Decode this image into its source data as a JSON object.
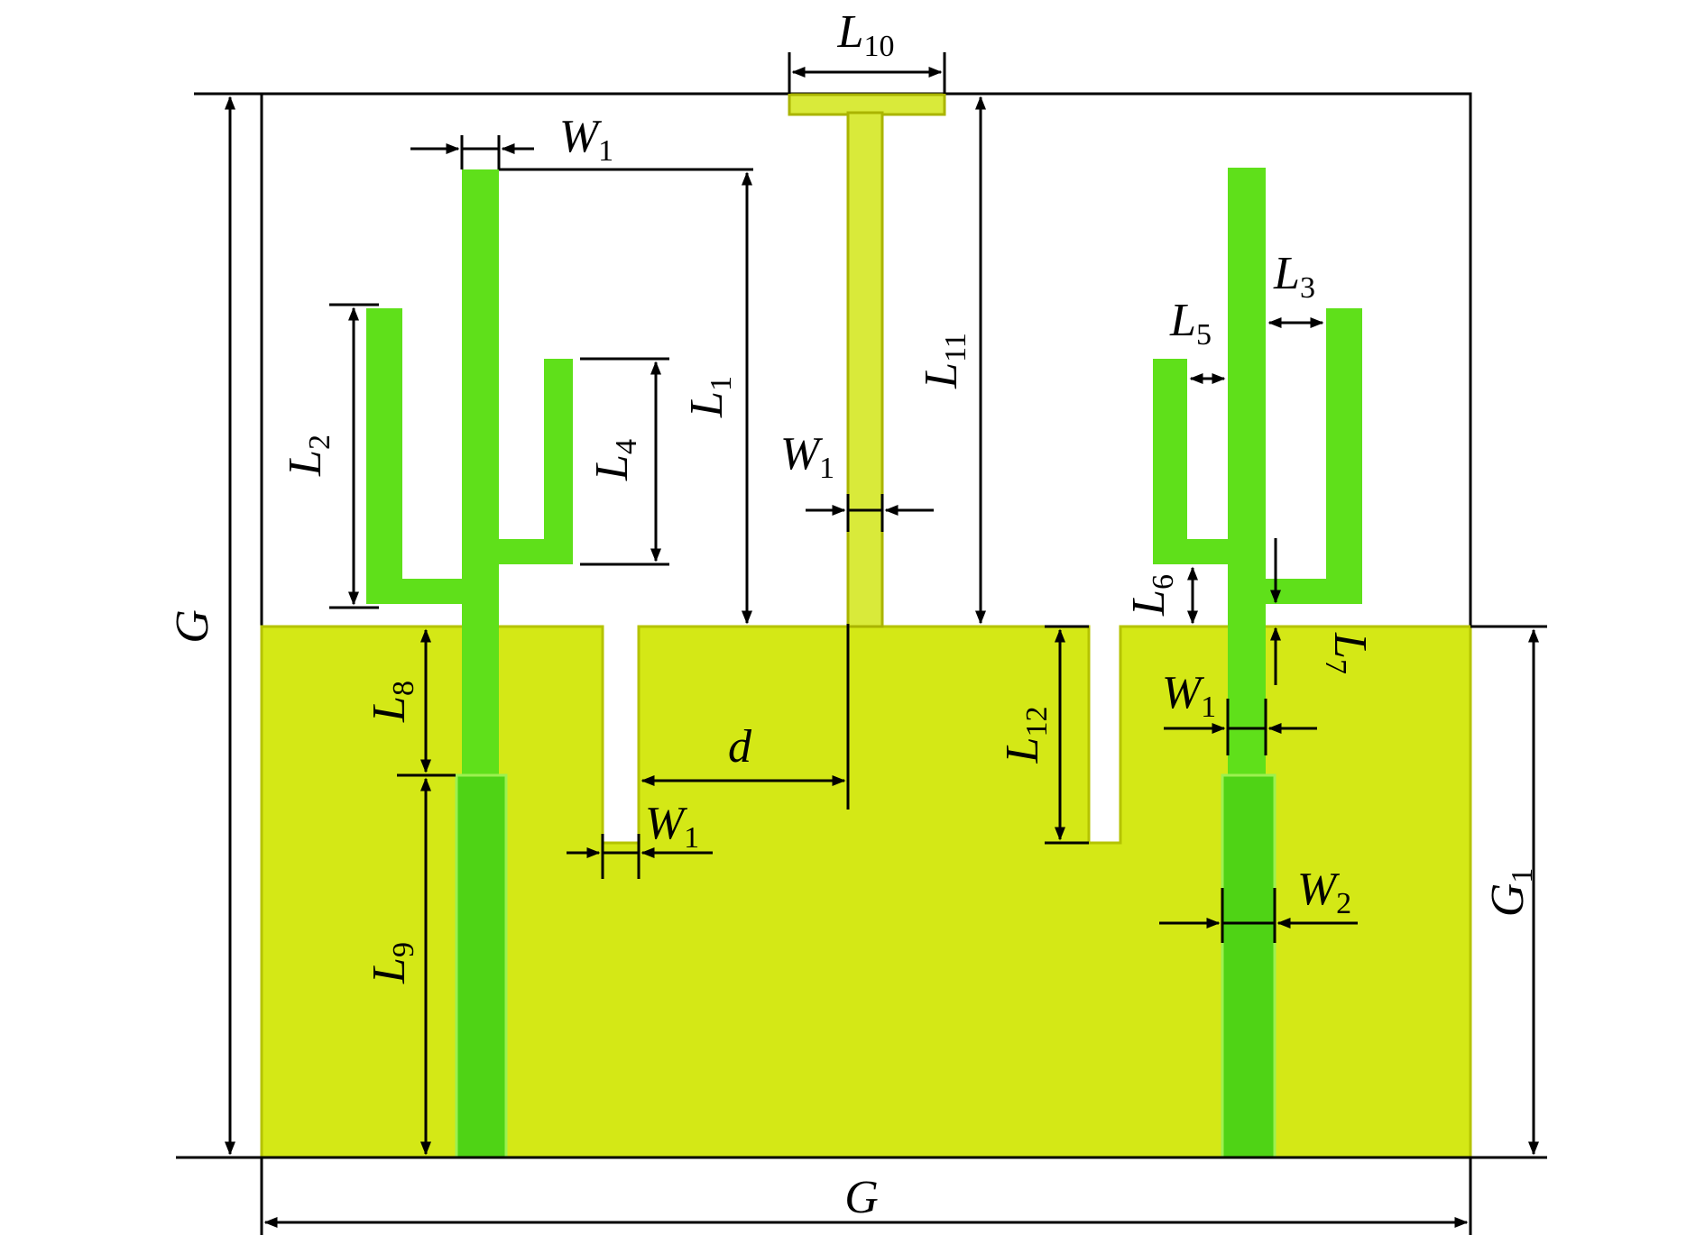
{
  "colors": {
    "ground_fill": "#d4e816",
    "ground_edge": "#b5c300",
    "monopole_fill": "#d9ea3a",
    "monopole_edge": "#aab400",
    "radiator_fill": "#5fe01a",
    "radiator_edge": "#9cf050",
    "feed_fill": "#4fd315",
    "line": "#000000",
    "background": "#ffffff"
  },
  "labels": {
    "G_left": {
      "main": "G",
      "sub": ""
    },
    "G_bottom": {
      "main": "G",
      "sub": ""
    },
    "G1": {
      "main": "G",
      "sub": "1"
    },
    "L10": {
      "main": "L",
      "sub": "10"
    },
    "L11": {
      "main": "L",
      "sub": "11"
    },
    "L12": {
      "main": "L",
      "sub": "12"
    },
    "L1": {
      "main": "L",
      "sub": "1"
    },
    "L2": {
      "main": "L",
      "sub": "2"
    },
    "L3": {
      "main": "L",
      "sub": "3"
    },
    "L4": {
      "main": "L",
      "sub": "4"
    },
    "L5": {
      "main": "L",
      "sub": "5"
    },
    "L6": {
      "main": "L",
      "sub": "6"
    },
    "L7": {
      "main": "L",
      "sub": "7"
    },
    "L8": {
      "main": "L",
      "sub": "8"
    },
    "L9": {
      "main": "L",
      "sub": "9"
    },
    "W1_top": {
      "main": "W",
      "sub": "1"
    },
    "W1_mid": {
      "main": "W",
      "sub": "1"
    },
    "W1_slot": {
      "main": "W",
      "sub": "1"
    },
    "W1_right": {
      "main": "W",
      "sub": "1"
    },
    "W2": {
      "main": "W",
      "sub": "2"
    },
    "d": {
      "main": "d",
      "sub": ""
    }
  }
}
